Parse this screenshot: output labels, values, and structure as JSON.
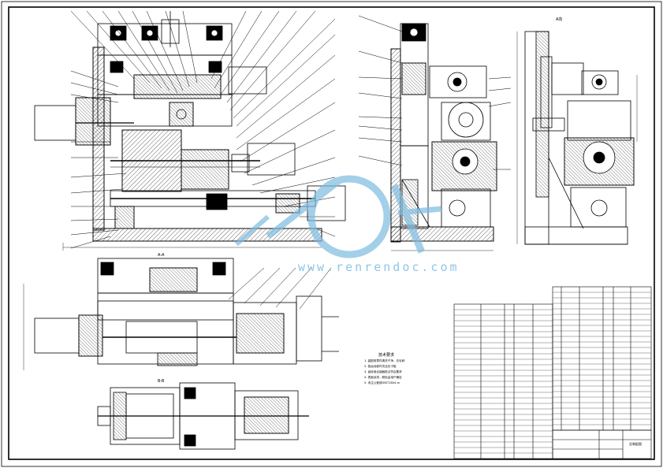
{
  "title": "Mechanical assembly drawing sheet",
  "colors": {
    "line": "#000000",
    "hatch": "#000000",
    "watermark": "#7dbbe0"
  },
  "watermark": {
    "text": "www.renrendoc.com",
    "logo": "renrendoc-logo"
  },
  "section_labels": {
    "top_view": "A-A",
    "bottom_view": "B-B",
    "side_view": "A向"
  },
  "tech_notes_title": "技术要求",
  "tech_notes": [
    "1. 装配前零件清洗干净，去毛刺",
    "2. 各运动部件灵活无卡阻",
    "3. 齿轮啮合接触斑点符合要求",
    "4. 表面涂漆，颜色由用户确定",
    "5. 未注公差按GB/T1804-m"
  ],
  "title_block": {
    "drawing_name": "总装配图"
  }
}
